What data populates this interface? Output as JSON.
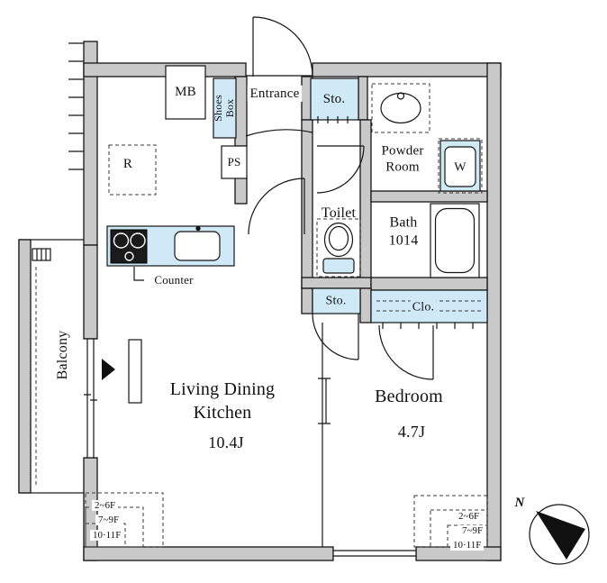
{
  "colors": {
    "wall_gray": "#c9c9c9",
    "water_blue": "#cfe9f7",
    "line_black": "#141414"
  },
  "labels": {
    "mb": "MB",
    "shoes_box": "Shoes\nBox",
    "entrance": "Entrance",
    "sto_top": "Sto.",
    "powder_room": "Powder\nRoom",
    "washer": "W",
    "ps": "PS",
    "fridge": "R",
    "toilet": "Toilet",
    "bath": "Bath\n1014",
    "sto_mid": "Sto.",
    "closet": "Clo.",
    "counter": "Counter",
    "balcony": "Balcony",
    "ldk": "Living Dining\nKitchen",
    "ldk_size": "10.4J",
    "bedroom": "Bedroom",
    "bedroom_size": "4.7J",
    "compass_north": "N"
  },
  "floor_corner_labels": {
    "left": [
      "2~6F",
      "7~9F",
      "10·11F"
    ],
    "right": [
      "2~6F",
      "7~9F",
      "10·11F"
    ]
  }
}
